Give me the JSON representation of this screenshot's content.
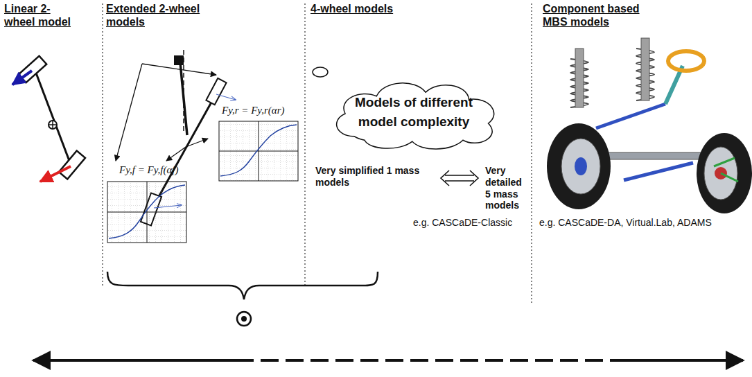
{
  "diagram": {
    "nodes": [
      {
        "text": [
          "Models of different model complexity"
        ]
      }
    ],
    "labels": [
      "Linear 2-wheel model",
      "Extended 2-wheel models",
      "4-wheel models",
      "Component based MBS models",
      "Fy,r = Fy,r(αr)",
      "Fy,f = Fy,f(αf)",
      "Very simplified 1 mass models",
      "Very detailed 5 mass models",
      "e.g. CASCaDE-Classic",
      "e.g. CASCaDE-DA, Virtual.Lab, ADAMS"
    ]
  }
}
